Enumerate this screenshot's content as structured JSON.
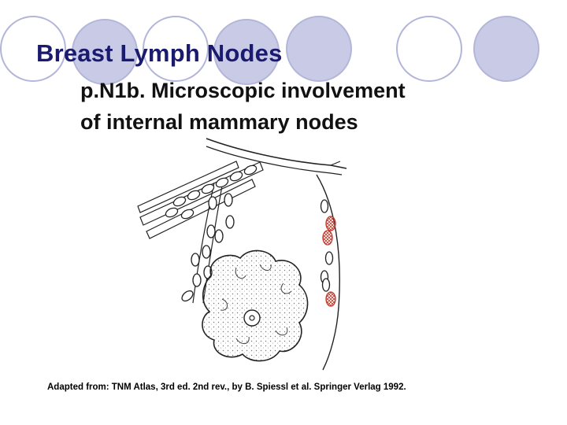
{
  "slide": {
    "title": "Breast Lymph Nodes",
    "subtitle_line1": "p.N1b. Microscopic involvement",
    "subtitle_line2": "of internal mammary nodes",
    "caption": "Adapted from: TNM Atlas, 3rd ed. 2nd rev., by B. Spiessl et al. Springer Verlag 1992."
  },
  "theme": {
    "title_color": "#1a1a6e",
    "circle_fill": "#c9cbe6",
    "circle_stroke": "#b3b6d9",
    "involved_node_color": "#c0392b",
    "line_color": "#222222"
  },
  "diagram": {
    "internal_mammary_chain": [
      "normal",
      "involved",
      "involved",
      "normal",
      "normal",
      "normal",
      "involved"
    ]
  }
}
